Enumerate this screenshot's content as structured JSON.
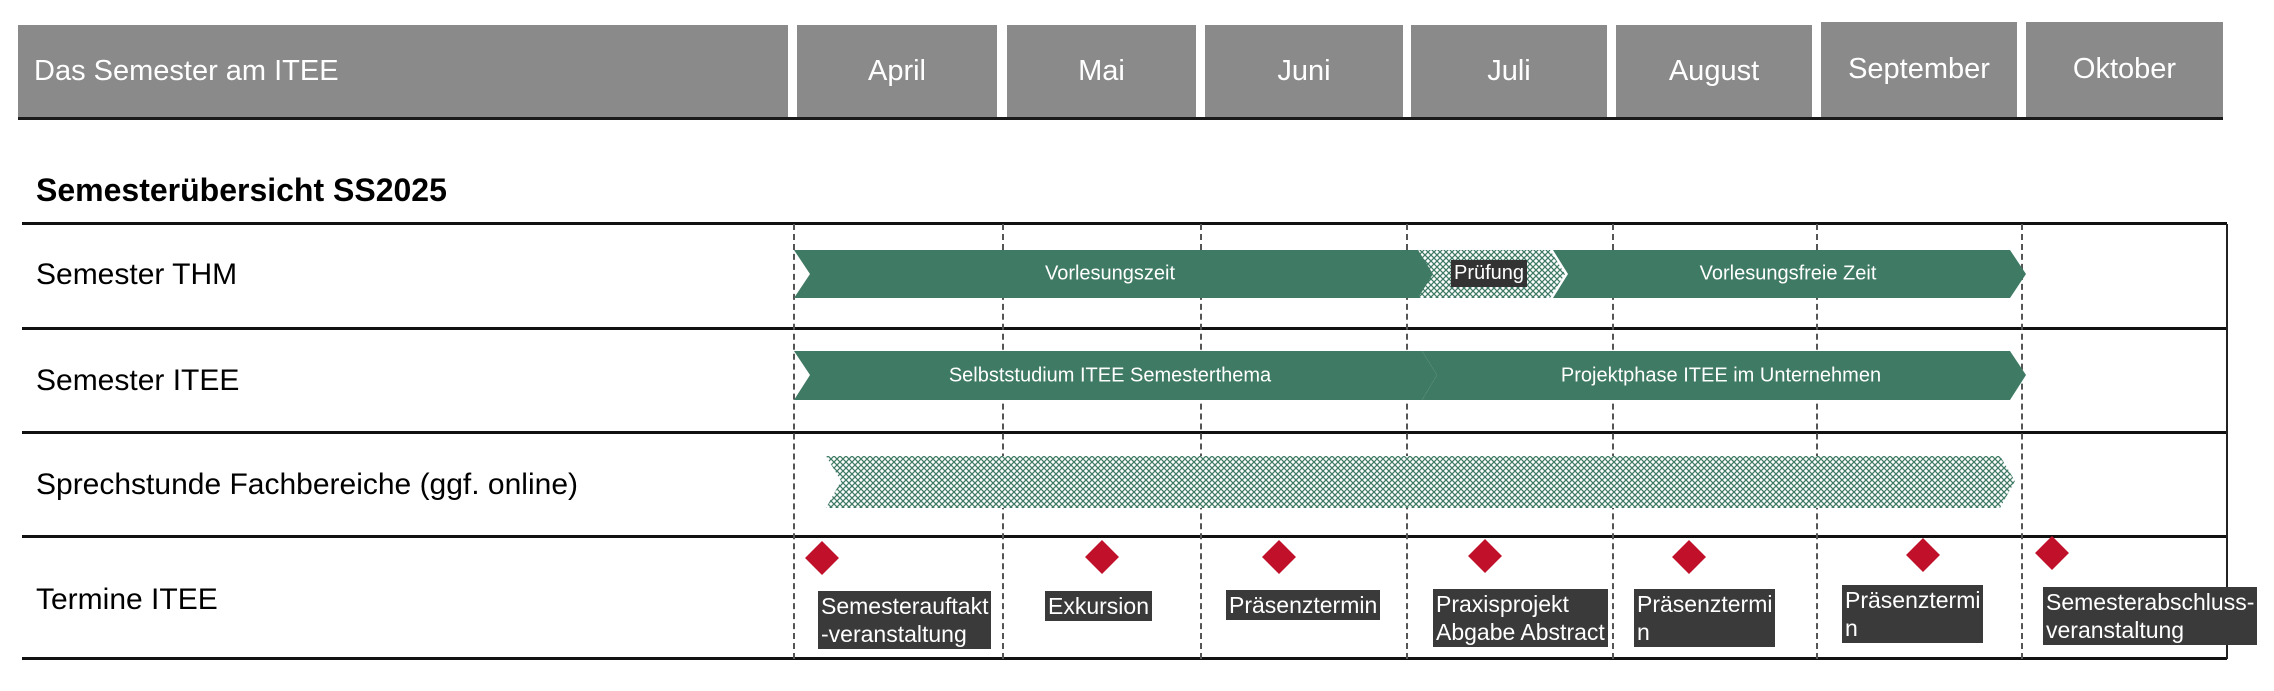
{
  "header": {
    "title": "Das Semester am ITEE",
    "months": [
      "April",
      "Mai",
      "Juni",
      "Juli",
      "August",
      "September",
      "Oktober"
    ]
  },
  "heading": "Semesterübersicht SS2025",
  "rows": {
    "thm": {
      "label": "Semester THM",
      "bars": [
        "Vorlesungszeit",
        "Prüfung",
        "Vorlesungsfreie Zeit"
      ]
    },
    "itee": {
      "label": "Semester ITEE",
      "bars": [
        "Selbststudium ITEE Semesterthema",
        "Projektphase ITEE im Unternehmen"
      ]
    },
    "sprechstunde": {
      "label": "Sprechstunde Fachbereiche (ggf. online)"
    },
    "termine": {
      "label": "Termine ITEE",
      "events": [
        "Semesterauftakt\n-veranstaltung",
        "Exkursion",
        "Präsenztermin",
        "Praxisprojekt\nAbgabe Abstract",
        "Präsenztermi\nn",
        "Präsenztermi\nn",
        "Semesterabschluss-\nveranstaltung"
      ]
    }
  },
  "colors": {
    "header_bg": "#8a8a8a",
    "bar_green": "#3f7a64",
    "milestone_red": "#c0102a"
  }
}
